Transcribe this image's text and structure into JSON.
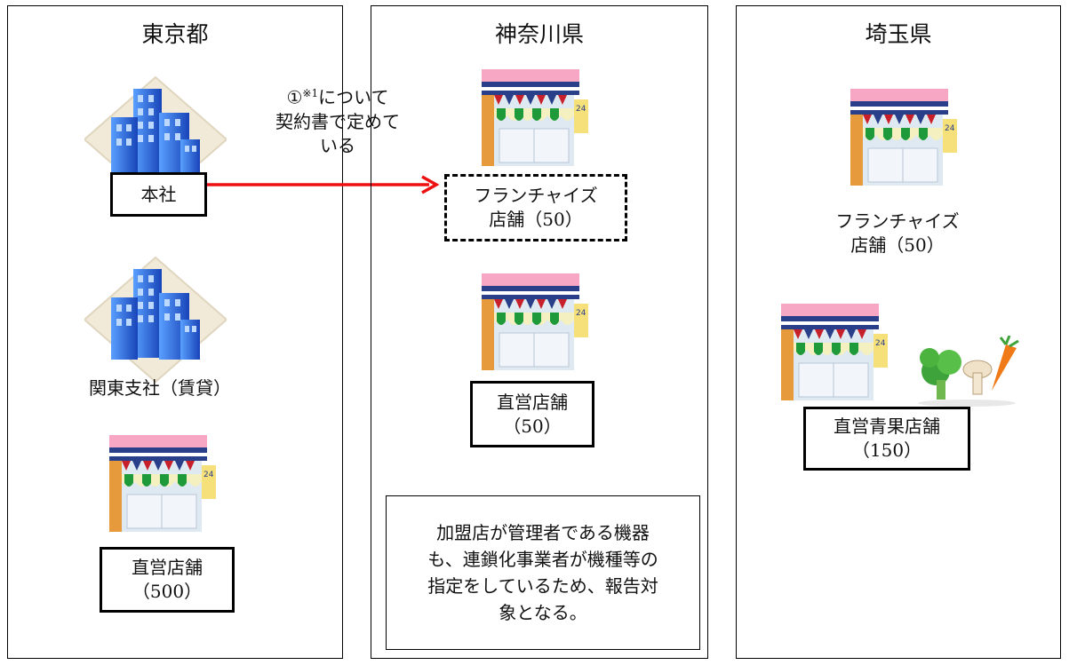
{
  "regions": {
    "tokyo": {
      "title": "東京都",
      "head_office": "本社",
      "branch": "関東支社（賃貸）",
      "direct_store": "直営店舗\n（500）"
    },
    "kanagawa": {
      "title": "神奈川県",
      "franchise_store": "フランチャイズ\n店舗（50）",
      "direct_store": "直営店舗\n（50）",
      "note": "加盟店が管理者である機器\nも、連鎖化事業者が機種等の\n指定をしているため、報告対\n象となる。"
    },
    "saitama": {
      "title": "埼玉県",
      "franchise_store": "フランチャイズ\n店舗（50）",
      "produce_store": "直営青果店舗\n（150）"
    }
  },
  "arrow": {
    "label_prefix": "①",
    "label_sup": "※1",
    "label_line1_rest": "について",
    "label_line2": "契約書で定めて",
    "label_line3": "いる",
    "color": "#ee1111"
  },
  "icons": [
    "office-building-icon",
    "convenience-store-icon",
    "vegetables-icon"
  ],
  "colors": {
    "building_blue": "#1f5fd6",
    "awning_green": "#1f9a3a",
    "store_roof_pink": "#f6a0c0",
    "store_wall_orange": "#e69a3c",
    "arrow_red": "#ee1111"
  }
}
